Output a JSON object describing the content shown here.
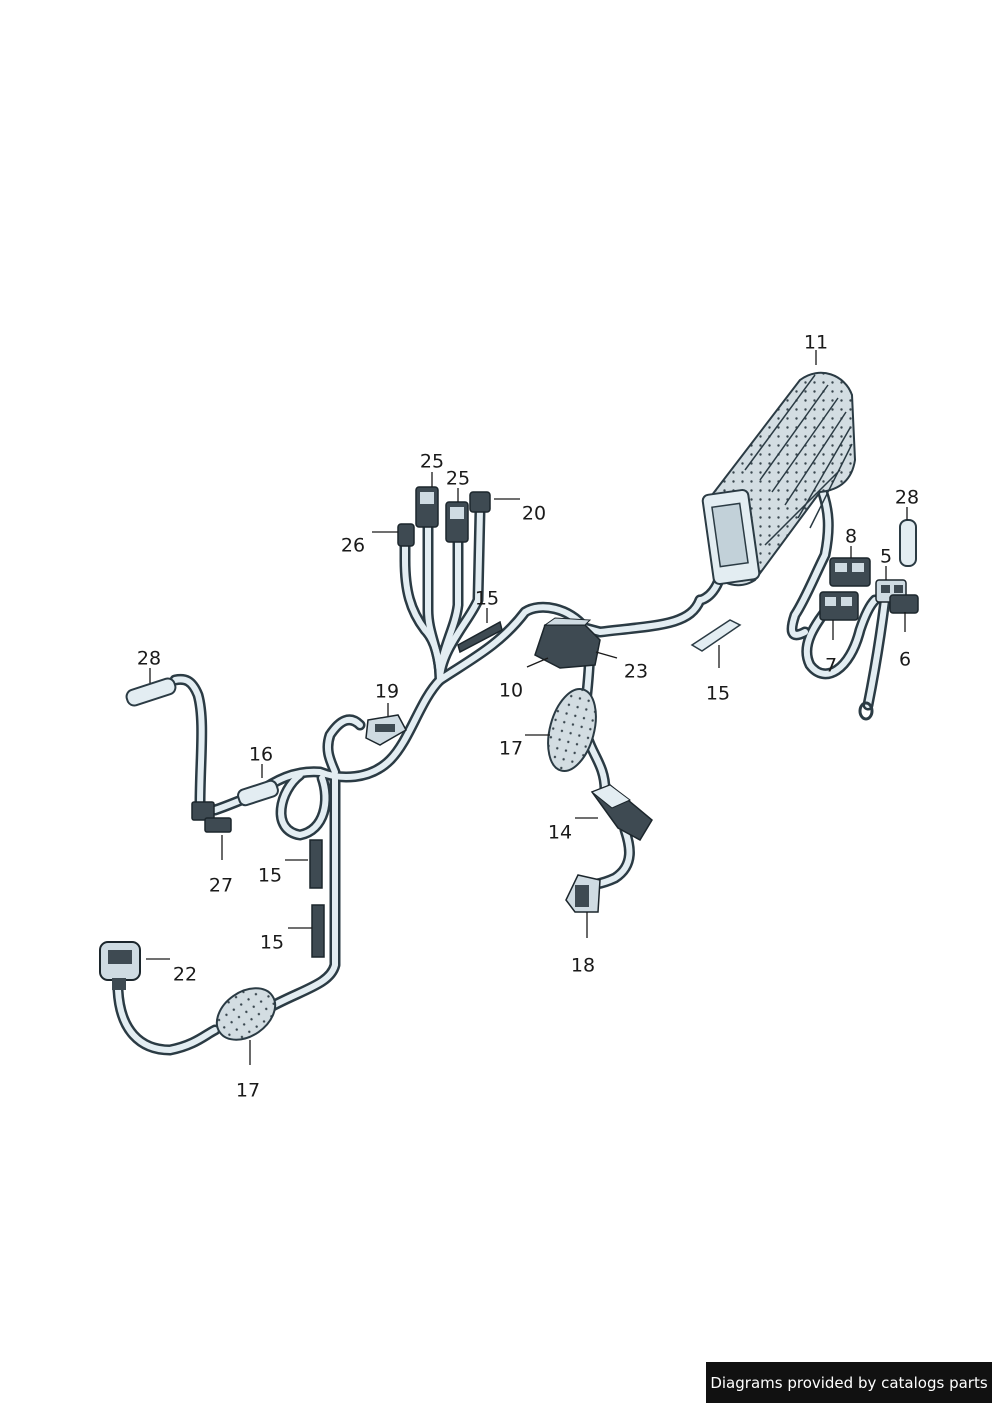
{
  "diagram": {
    "callouts": [
      "11",
      "28",
      "8",
      "5",
      "7",
      "6",
      "25",
      "25",
      "20",
      "26",
      "15",
      "10",
      "23",
      "15",
      "28",
      "19",
      "17",
      "16",
      "14",
      "27",
      "15",
      "15",
      "18",
      "22",
      "17"
    ],
    "palette": {
      "cable_fill": "#e3edf2",
      "cable_stroke": "#2b3b44",
      "connector_dark": "#3e4a52",
      "connector_light": "#cfdbe2",
      "grommet_fill": "#cdd8de",
      "leader": "#1a1a1a"
    }
  },
  "footer": {
    "text": "Diagrams provided by catalogs parts"
  }
}
